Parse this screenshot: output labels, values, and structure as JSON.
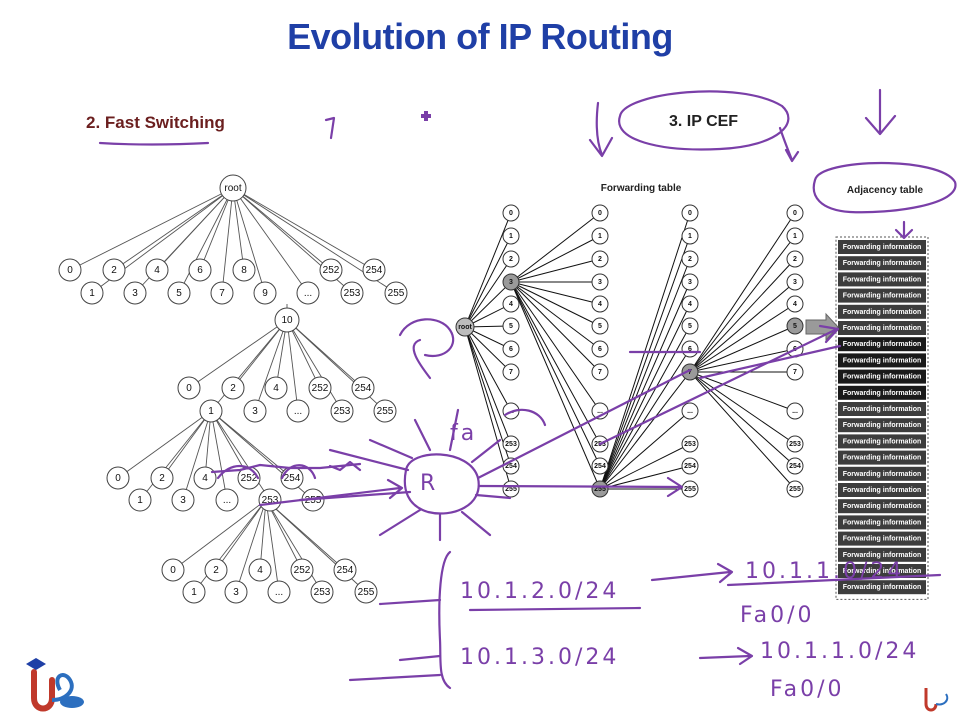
{
  "title": "Evolution of IP Routing",
  "labels": {
    "fast_switching": "2. Fast Switching",
    "ip_cef": "3. IP CEF",
    "forwarding_table": "Forwarding table",
    "adjacency_table": "Adjacency table",
    "adjacency_entry": "Forwarding information",
    "router": "R"
  },
  "tree": {
    "root": "root",
    "level1_top": [
      "0",
      "2",
      "4",
      "6",
      "8",
      "252",
      "254"
    ],
    "level1_bottom": [
      "1",
      "3",
      "5",
      "7",
      "9",
      "...",
      "253",
      "255"
    ],
    "level2_root": "10",
    "level2_top": [
      "0",
      "2",
      "4",
      "252",
      "254"
    ],
    "level2_bottom": [
      "1",
      "3",
      "...",
      "253",
      "255"
    ],
    "level3_top": [
      "0",
      "2",
      "4",
      "252",
      "254"
    ],
    "level3_bottom": [
      "1",
      "3",
      "...",
      "253",
      "255"
    ],
    "level4_top": [
      "0",
      "2",
      "4",
      "252",
      "254"
    ],
    "level4_bottom": [
      "1",
      "3",
      "...",
      "253",
      "255"
    ]
  },
  "mtrie": {
    "root": "root",
    "column": [
      "0",
      "1",
      "2",
      "3",
      "4",
      "5",
      "6",
      "7",
      "...",
      "253",
      "254",
      "255"
    ],
    "highlight_col1": "3",
    "highlight_col2": "255",
    "highlight_col3": "7",
    "highlight_col4": "5"
  },
  "adjacency": {
    "rows": 22,
    "highlight_rows": [
      6,
      7,
      8,
      9
    ]
  },
  "handwriting": {
    "prefix1": "10.1.2.0/24",
    "nexthop1": "10.1.1.0/24",
    "intf1": "Fa0/0",
    "prefix2": "10.1.3.0/24",
    "nexthop2": "10.1.1.0/24",
    "intf2": "Fa0/0"
  },
  "colors": {
    "title": "#1f3fa6",
    "ink": "#7a3fa8",
    "fast_label": "#6b1f1f",
    "adjacency": "#3d3d3d"
  }
}
